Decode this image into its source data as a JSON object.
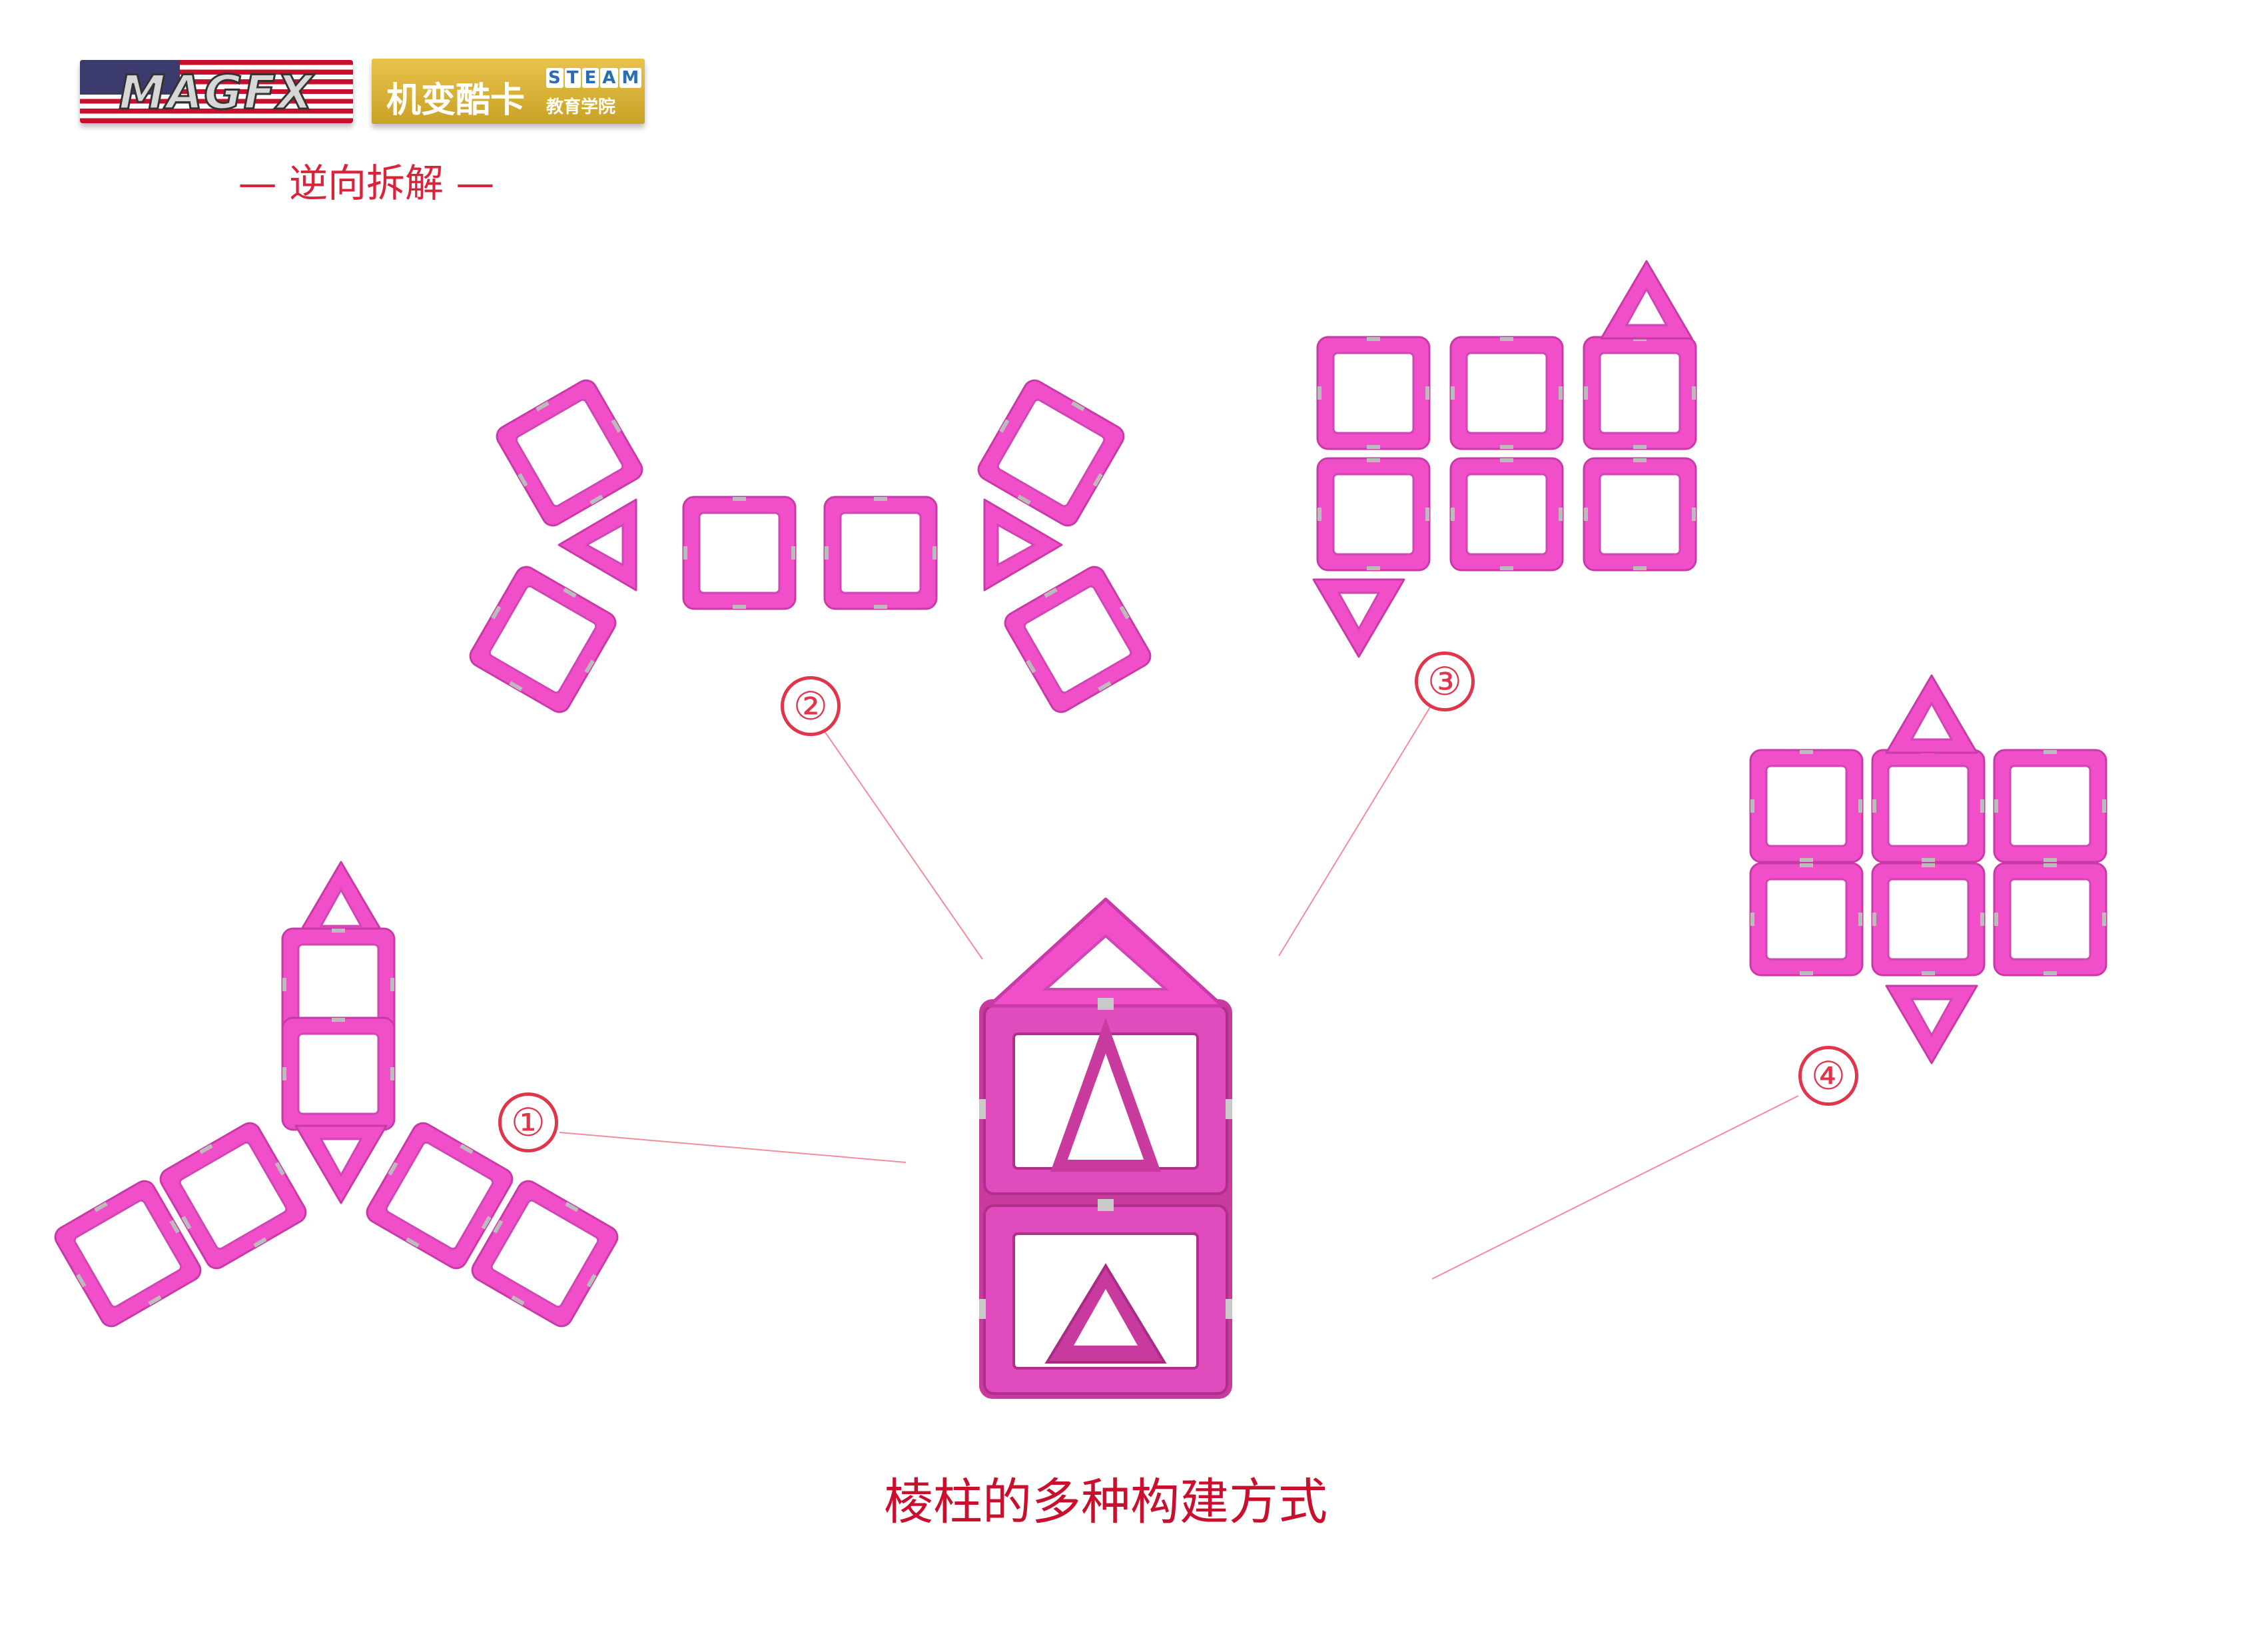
{
  "header": {
    "brand_logo": "MAGFX",
    "partner_name": "机变酷卡",
    "partner_steam": [
      "S",
      "T",
      "E",
      "A",
      "M"
    ],
    "partner_sub": "教育学院",
    "section_label": "—  逆向拆解  —"
  },
  "markers": [
    "①",
    "②",
    "③",
    "④"
  ],
  "caption": "棱柱的多种构建方式",
  "colors": {
    "tile": "#f14fc9",
    "tile_dark": "#d53cb0",
    "prism": "#c93a9e",
    "accent_red": "#d8243b",
    "leader_line": "#f28c9a",
    "gold": "#d4ae34"
  }
}
